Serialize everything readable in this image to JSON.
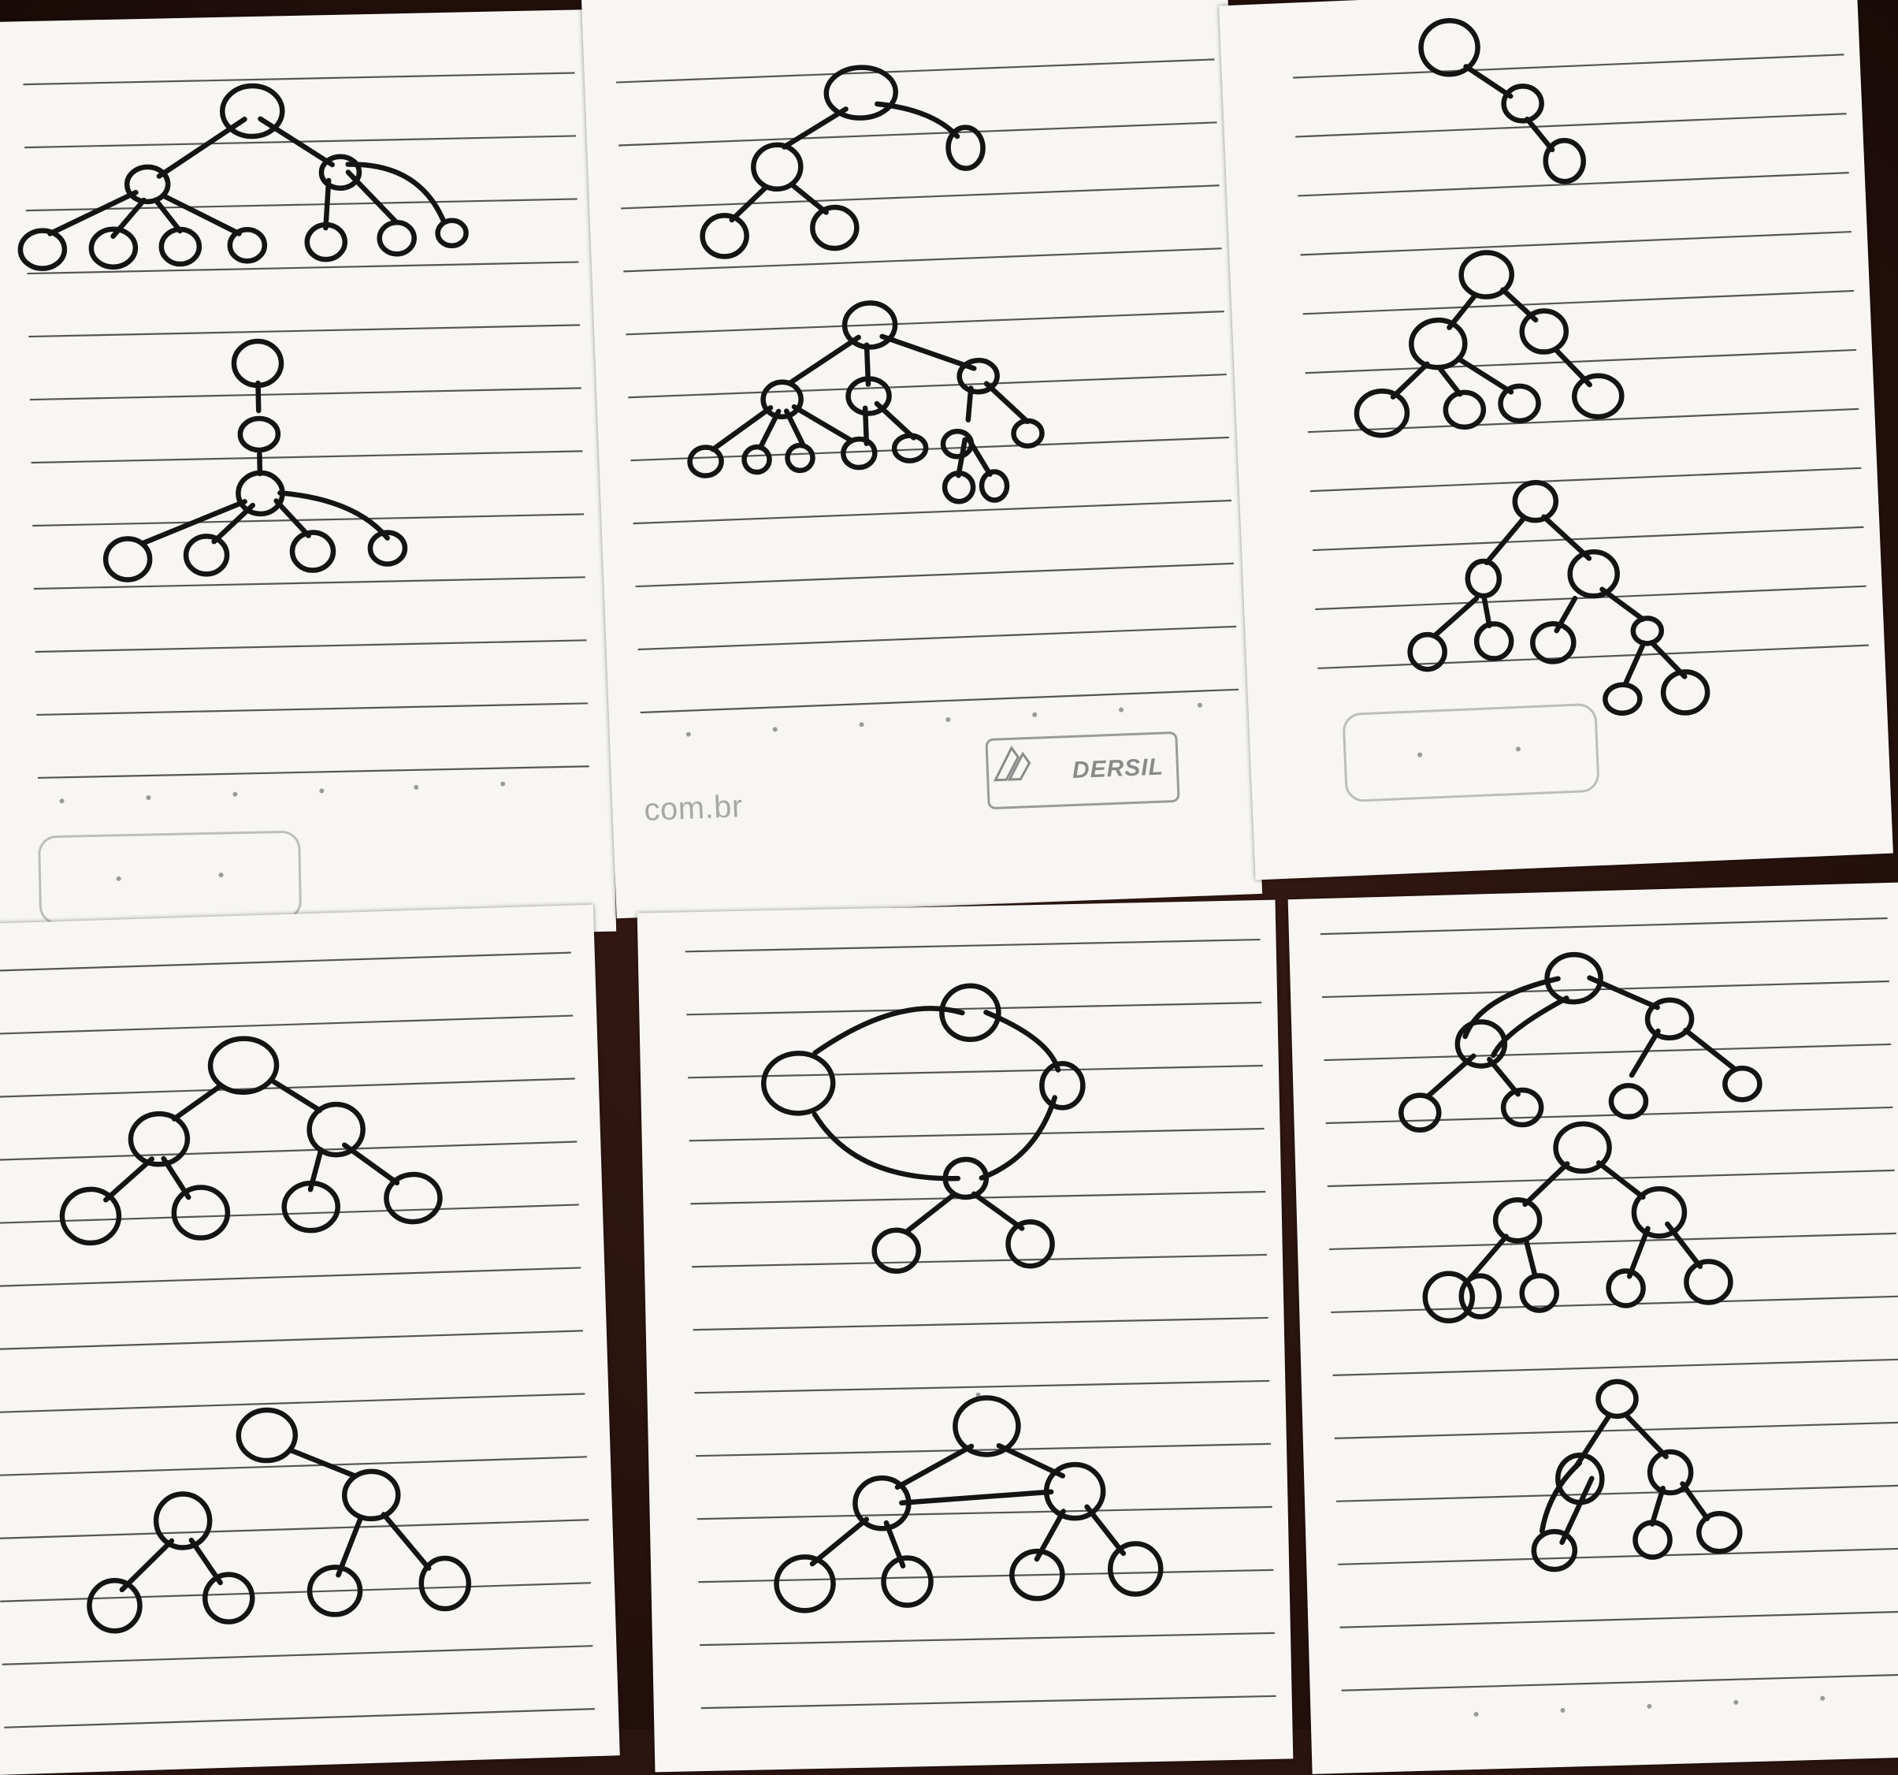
{
  "scene": {
    "description_free": true,
    "card_count": 6
  },
  "cards": [
    {
      "id": "top-left"
    },
    {
      "id": "top-middle",
      "footer_text": "com.br",
      "logo_text": "DERSIL"
    },
    {
      "id": "top-right"
    },
    {
      "id": "bottom-left"
    },
    {
      "id": "bottom-middle"
    },
    {
      "id": "bottom-right"
    }
  ],
  "colors": {
    "table": "#2a1410",
    "paper": "#f7f6f2",
    "ink": "#141414",
    "rule": "#3a3a3a"
  }
}
